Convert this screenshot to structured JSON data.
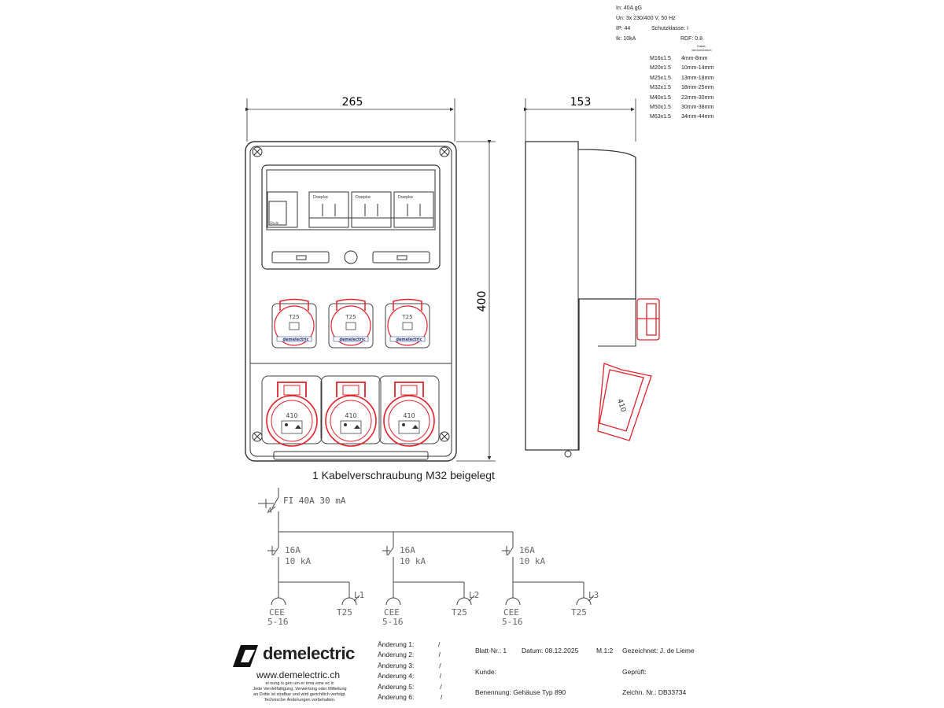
{
  "specs": {
    "in": "In:  40A gG",
    "un": "Un: 3x 230/400 V, 50 Hz",
    "ip": "IP: 44",
    "schutz": "Schutzklasse: I",
    "ik": "Ik: 10kA",
    "rdf": "RDF: 0.8",
    "cable_header": "Kabel-klemmbereich",
    "glands": [
      {
        "size": "M16x1.5",
        "range": "4mm-8mm"
      },
      {
        "size": "M20x1.5",
        "range": "10mm-14mm"
      },
      {
        "size": "M25x1.5",
        "range": "13mm-18mm"
      },
      {
        "size": "M32x1.5",
        "range": "18mm-25mm"
      },
      {
        "size": "M40x1.5",
        "range": "22mm-30mm"
      },
      {
        "size": "M50x1.5",
        "range": "30mm-38mm"
      },
      {
        "size": "M63x1.5",
        "range": "34mm-44mm"
      }
    ]
  },
  "dimensions": {
    "width": "265",
    "height": "400",
    "depth": "153"
  },
  "front": {
    "t25_label": "T25",
    "cee_label": "410",
    "brand_small": "demelectric",
    "breaker_brand": "Doepke",
    "rcd_label": "Shule"
  },
  "side": {
    "cee_label": "410"
  },
  "note": "1 Kabelverschraubung M32 beigelegt",
  "schematic": {
    "main": "FI 40A 30 mA",
    "poles": "4",
    "rating": "16A",
    "ik": "10 kA",
    "cee_top": "CEE",
    "cee_bottom": "5-16",
    "t25": "T25",
    "phases": [
      "L1",
      "L2",
      "L3"
    ]
  },
  "title_block": {
    "logo": "demelectric",
    "url": "www.demelectric.ch",
    "disclaimer1": "ei  nung is  gen um  er  irma  eme ec  ic",
    "disclaimer2": "Jede Vervielfältigung, Verwertung oder Mitteilung",
    "disclaimer3": "an Dritte ist strafbar und wird gerichtlich verfolgt.",
    "disclaimer4": "Technische Änderungen vorbehalten.",
    "changes": [
      "Änderung 1:",
      "Änderung 2:",
      "Änderung 3:",
      "Änderung 4:",
      "Änderung 5:",
      "Änderung 6:"
    ],
    "slash": "/",
    "blatt": "Blatt-Nr.:   1",
    "datum": "Datum:  08.12.2025",
    "massstab": "M.1:2",
    "gezeichnet": "Gezeichnet: J. de Lieme",
    "kunde": "Kunde:",
    "geprueft": "Geprüft:",
    "benennung": "Benennung: Gehäuse Typ 890",
    "zeichn": "Zeichn. Nr.: DB33734"
  }
}
